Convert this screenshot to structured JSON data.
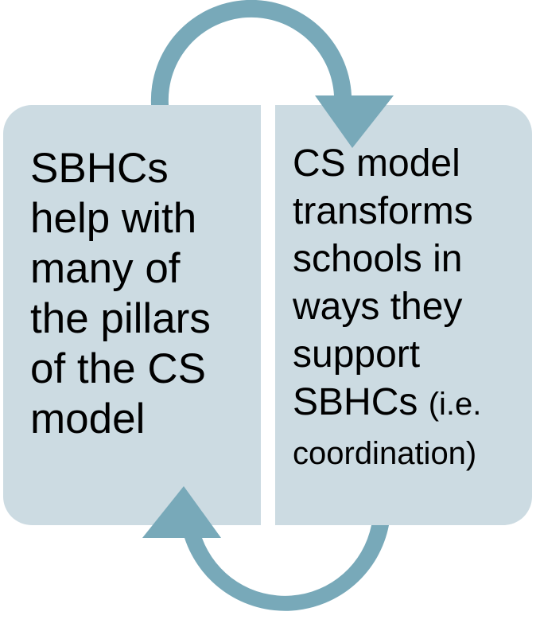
{
  "diagram": {
    "colors": {
      "panel": "#ccdbe2",
      "arrow": "#78a9b9",
      "text": "#000000"
    },
    "left_panel": {
      "text": "SBHCs\nhelp with\nmany of\nthe pillars\nof the CS\nmodel"
    },
    "right_panel": {
      "text_main": "CS model\ntransforms\nschools in\nways they\nsupport\nSBHCs ",
      "text_small": "(i.e.\ncoordination)"
    },
    "arrows": [
      {
        "name": "top-cycle-arrow",
        "direction": "left-to-right"
      },
      {
        "name": "bottom-cycle-arrow",
        "direction": "right-to-left"
      }
    ]
  }
}
